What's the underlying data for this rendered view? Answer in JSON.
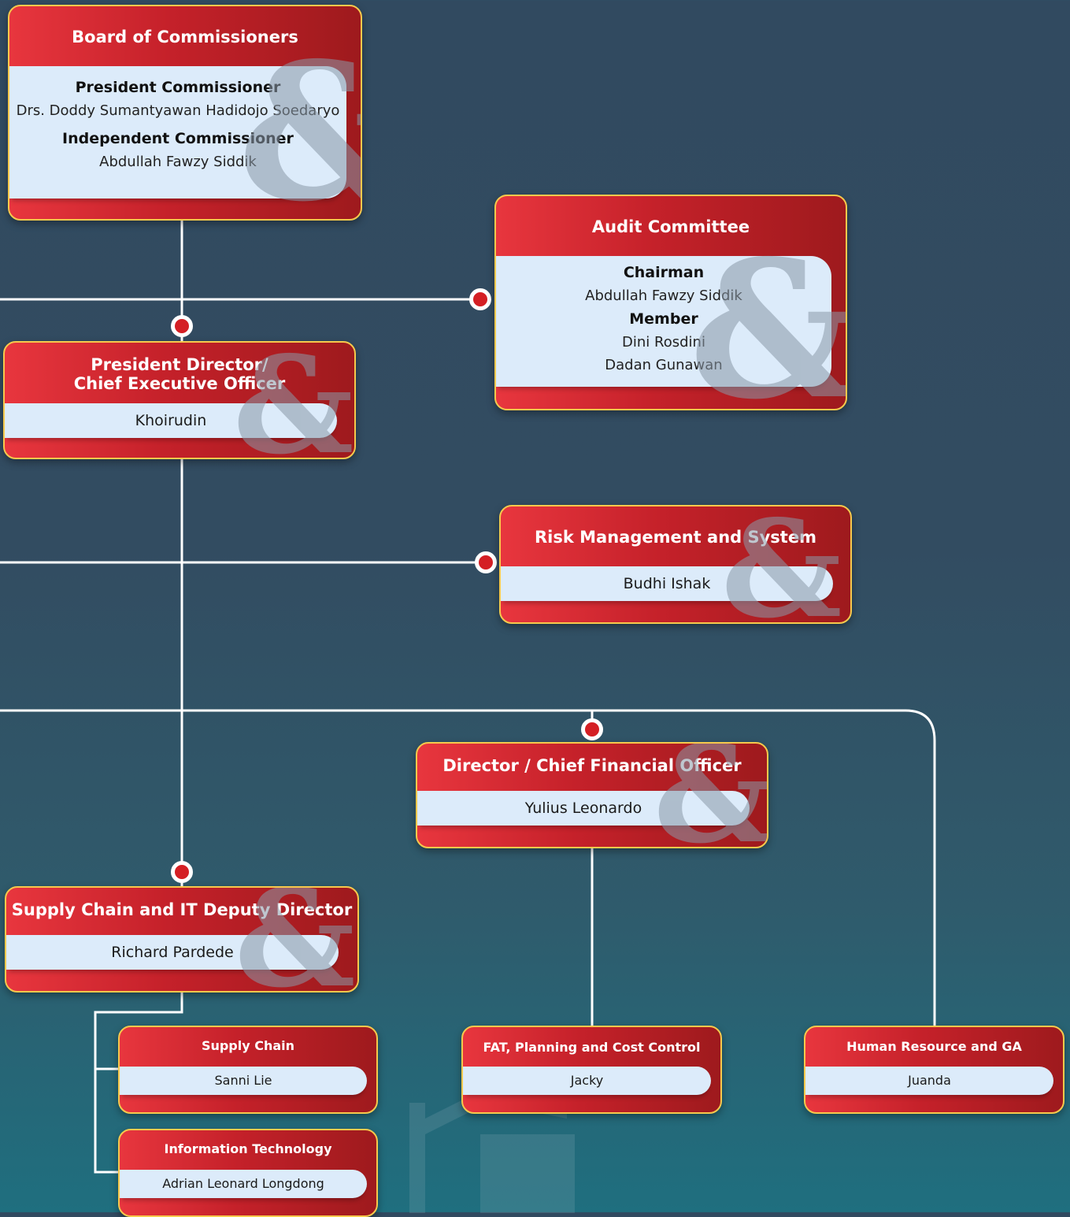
{
  "board": {
    "title": "Board of Commissioners",
    "role1": "President Commissioner",
    "name1": "Drs. Doddy Sumantyawan Hadidojo Soedaryo",
    "role2": "Independent Commissioner",
    "name2": "Abdullah Fawzy Siddik"
  },
  "audit": {
    "title": "Audit Committee",
    "role1": "Chairman",
    "name1": "Abdullah Fawzy Siddik",
    "role2": "Member",
    "name2": "Dini Rosdini",
    "name3": "Dadan Gunawan"
  },
  "president": {
    "title_line1": "President Director/",
    "title_line2": "Chief Executive Officer",
    "name": "Khoirudin"
  },
  "risk": {
    "title": "Risk Management and System",
    "name": "Budhi Ishak"
  },
  "cfo": {
    "title": "Director / Chief Financial Officer",
    "name": "Yulius Leonardo"
  },
  "supply_it": {
    "title": "Supply Chain and IT Deputy Director",
    "name": "Richard Pardede"
  },
  "supply_chain": {
    "title": "Supply Chain",
    "name": "Sanni Lie"
  },
  "fat": {
    "title": "FAT, Planning and Cost Control",
    "name": "Jacky"
  },
  "hr": {
    "title": "Human Resource and GA",
    "name": "Juanda"
  },
  "it": {
    "title": "Information Technology",
    "name": "Adrian Leonard Longdong"
  },
  "colors": {
    "card_red": "#c5212a",
    "border_gold": "#f6c94c",
    "panel_blue": "#dcebfa",
    "dot_red": "#d41f24",
    "background": "#314a60"
  },
  "watermark_glyph": "&"
}
